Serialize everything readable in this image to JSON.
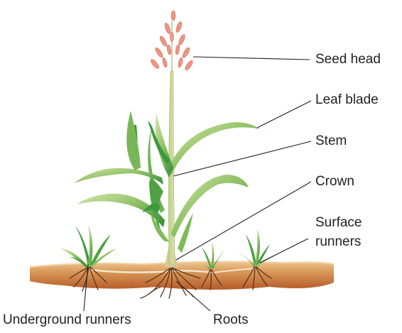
{
  "diagram": {
    "labels": {
      "seed_head": "Seed head",
      "leaf_blade": "Leaf blade",
      "stem": "Stem",
      "crown": "Crown",
      "surface_runners_line1": "Surface",
      "surface_runners_line2": "runners",
      "underground_runners": "Underground runners",
      "roots": "Roots"
    },
    "colors": {
      "leaf_green": "#3f9a3a",
      "leaf_light": "#cfe0a0",
      "seed_pink": "#e8907a",
      "soil_top": "#e9b780",
      "soil_bottom": "#b85f2c",
      "root_brown": "#6b3a1e"
    }
  }
}
